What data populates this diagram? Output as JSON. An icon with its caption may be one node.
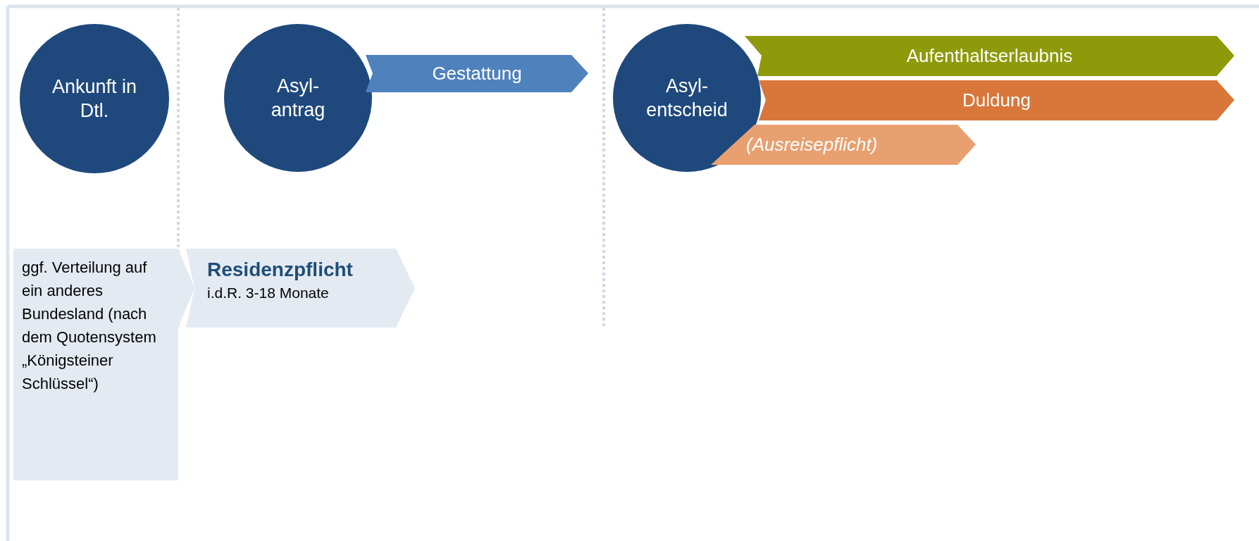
{
  "diagram": {
    "nodes": [
      {
        "text": [
          "Ankunft in Dtl."
        ]
      },
      {
        "text": [
          "Asyl- antrag"
        ]
      },
      {
        "text": [
          "Gestattung"
        ]
      },
      {
        "text": [
          "Asyl- entscheid"
        ]
      },
      {
        "text": [
          "Aufenthaltserlaubnis"
        ]
      },
      {
        "text": [
          "Duldung"
        ]
      },
      {
        "text": [
          "(Ausreisepflicht)"
        ]
      },
      {
        "text": [
          "ggf. Verteilung auf ein anderes Bundesland (nach dem Quotensystem „Königsteiner Schlüssel“)"
        ]
      },
      {
        "text": [
          "Residenzpflicht",
          "i.d.R. 3-18 Monate"
        ]
      }
    ]
  }
}
